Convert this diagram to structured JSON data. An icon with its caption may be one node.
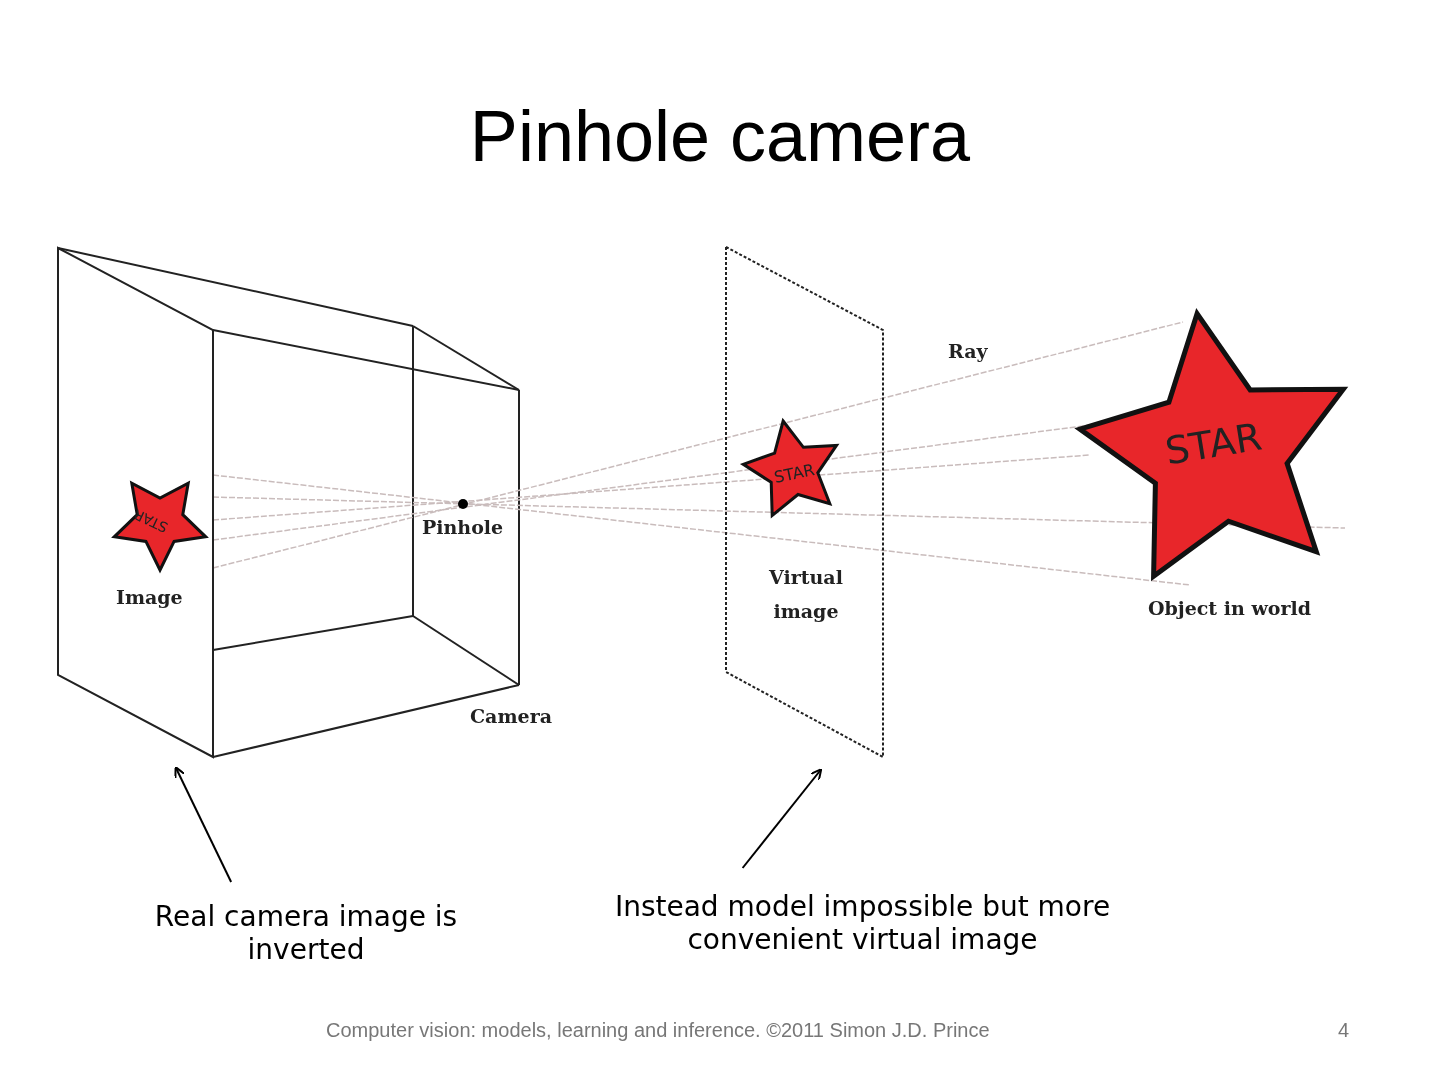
{
  "diagram": {
    "title": "Pinhole camera",
    "caption": "Computer vision: models, learning and inference.  ©2011 Simon J.D. Prince",
    "nodes": [
      {
        "text": [
          "Real camera image is inverted"
        ]
      },
      {
        "text": [],
        "shape": "box"
      },
      {
        "text": [
          "Instead model impossible but more convenient virtual image"
        ]
      },
      {
        "text": [],
        "shape": "box"
      }
    ],
    "edges": [
      {
        "from": 0,
        "to": 1,
        "arrow": "to"
      },
      {
        "from": 2,
        "to": 3,
        "arrow": "to"
      }
    ],
    "labels": [
      "Ray",
      "STAR",
      "STAR",
      "Pinhole",
      "Image",
      "STAR",
      "Virtual image",
      "Object in world",
      "Camera",
      "4"
    ]
  }
}
